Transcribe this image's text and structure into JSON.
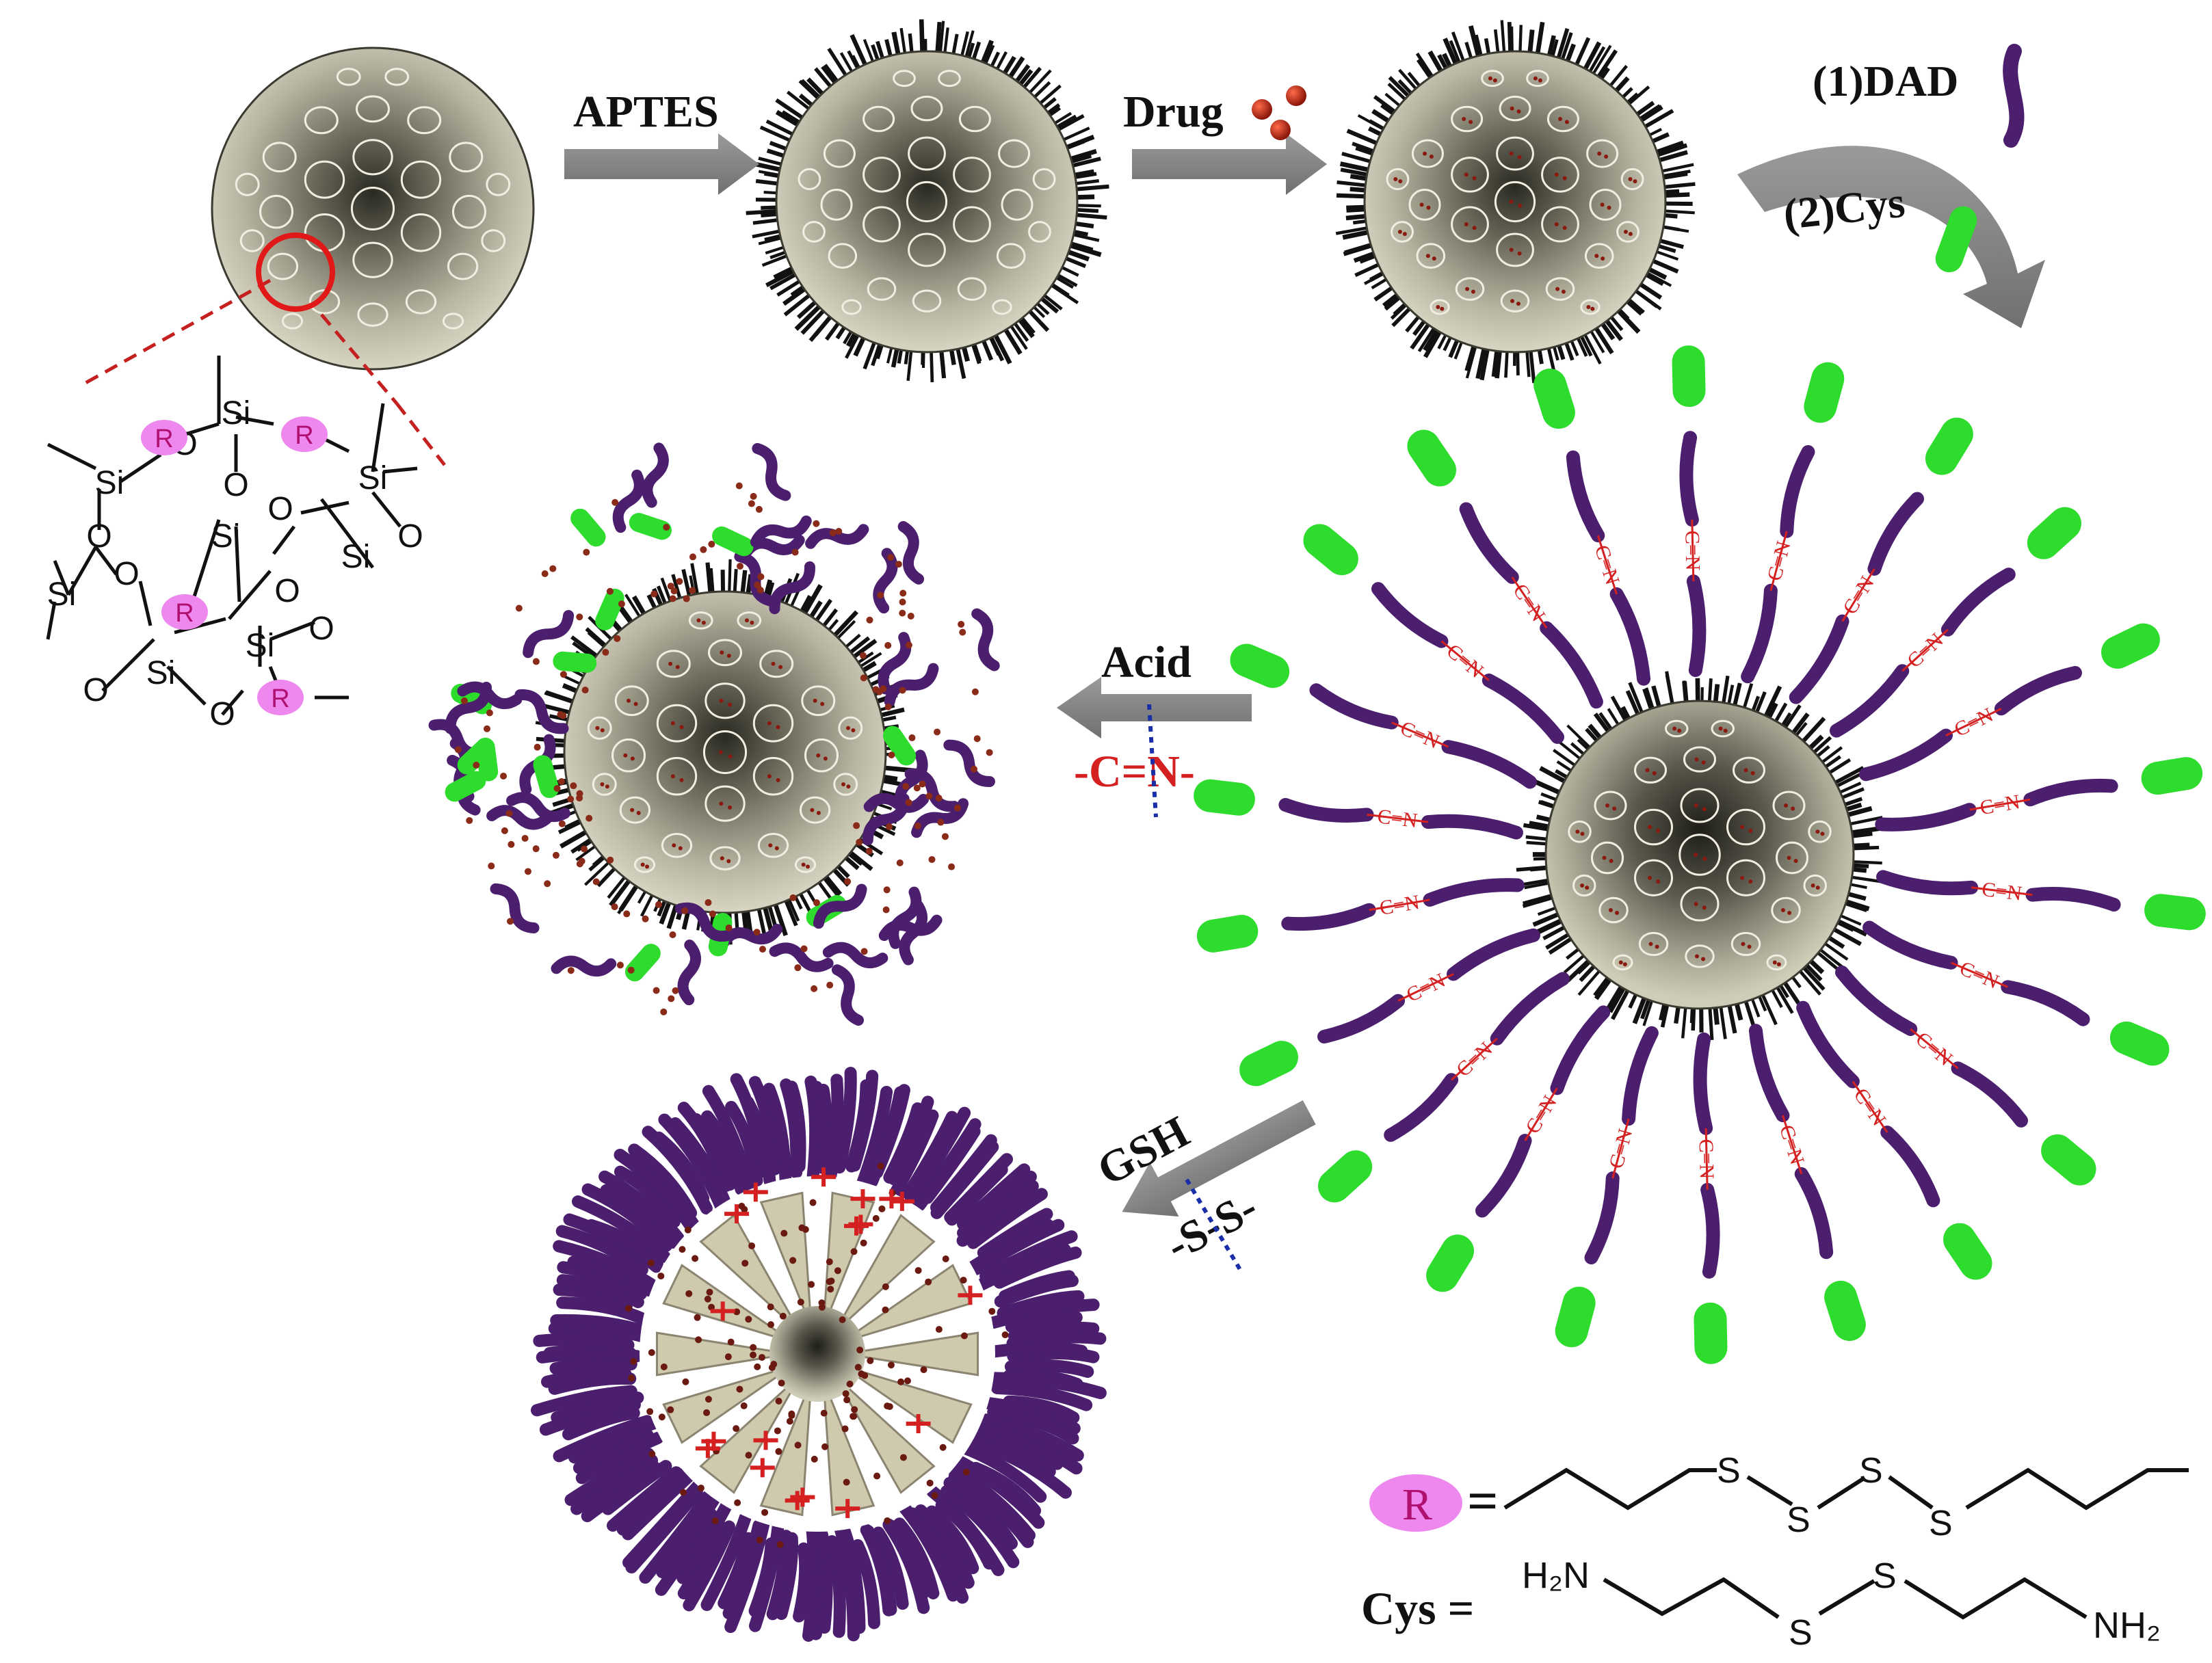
{
  "labels": {
    "aptes": "APTES",
    "drug": "Drug",
    "dad": "(1)DAD",
    "cys_step": "(2)Cys",
    "acid": "Acid",
    "cn_bond": "-C=N-",
    "gsh": "GSH",
    "ss_bond": "-S-S-",
    "linker_cn": "C=N"
  },
  "silica_structure": {
    "si": "Si",
    "o": "O",
    "r": "R"
  },
  "legend": {
    "r_symbol": "R",
    "r_equals": "=",
    "s": "S",
    "cys_label": "Cys =",
    "h2n": "H₂N",
    "nh2": "NH₂"
  },
  "colors": {
    "arrow": "#8a8a8a",
    "purple": "#4b1f6e",
    "green": "#2ddc2d",
    "red_text": "#d42020",
    "magenta": "#ee88ee",
    "dark_text": "#111111",
    "blue_dash": "#1a2ea8"
  }
}
